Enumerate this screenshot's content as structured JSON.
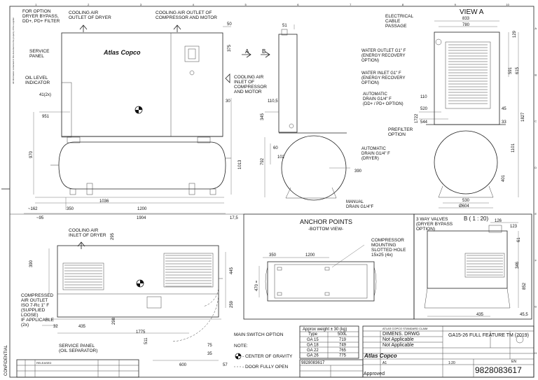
{
  "border": {
    "top_cols": [
      "1",
      "2",
      "3",
      "4",
      "5",
      "6",
      "7",
      "8",
      "9",
      "10"
    ],
    "side_rows": [
      "A",
      "B",
      "C",
      "D",
      "E",
      "F",
      "G",
      "H"
    ]
  },
  "front_view": {
    "callouts": {
      "option_filter": [
        "FOR OPTION",
        "DRYER BYPASS,",
        "DD+, PD+ FILTER"
      ],
      "cooling_dryer_out": [
        "COOLING AIR",
        "OUTLET OF DRYER"
      ],
      "cooling_comp_out": [
        "COOLING AIR OUTLET OF",
        "COMPRESSOR AND MOTOR"
      ],
      "service_panel": [
        "SERVICE",
        "PANEL"
      ],
      "oil_level": [
        "OIL LEVEL",
        "INDICATOR"
      ],
      "cooling_in": [
        "COOLING AIR",
        "INLET OF",
        "COMPRESSOR",
        "AND MOTOR"
      ]
    },
    "brand": "Atlas Copco",
    "dims": [
      "50",
      "375",
      "30",
      "41(2x)",
      "951",
      "970",
      "1013",
      "1036",
      "350",
      "1200",
      "~162",
      "1904",
      "~95",
      "17,5"
    ],
    "section_marks": [
      "A",
      "B"
    ]
  },
  "side_view": {
    "callouts": {
      "water_out": [
        "WATER OUTLET G1\" F",
        "(ENERGY RECOVERY",
        "OPTION)"
      ],
      "water_in": [
        "WATER INLET G1\" F",
        "(ENERGY RECOVERY",
        "OPTION)"
      ],
      "auto_drain1": [
        "AUTOMATIC",
        "DRAIN G1/4\" F",
        "(DD+ / PD+ OPTION)"
      ],
      "auto_drain2": [
        "AUTOMATIC",
        "DRAIN G1/4\" F",
        "(DRYER)"
      ],
      "manual_drain": [
        "MANUAL",
        "DRAIN G1/4\"F"
      ]
    },
    "dims": [
      "51",
      "110,5",
      "345",
      "60",
      "102",
      "792",
      "390"
    ]
  },
  "view_a": {
    "title": "VIEW A",
    "callouts": {
      "cable": [
        "ELECTRICAL",
        "CABLE",
        "PASSAGE"
      ],
      "prefilter": [
        "PREFILTER",
        "OPTION"
      ]
    },
    "dims": [
      "833",
      "780",
      "129",
      "591",
      "615",
      "110",
      "520",
      "45",
      "544",
      "33",
      "1722",
      "1827",
      "1101",
      "401",
      "530",
      "Ø604"
    ]
  },
  "top_view": {
    "callouts": {
      "cooling_dryer_in": [
        "COOLING AIR",
        "INLET OF DRYER"
      ],
      "compressed_out": [
        "COMPRESSED",
        "AIR OUTLET",
        "ISO 7-Rc 1\" F",
        "(SUPPLIED",
        "LOOSE)",
        "IF APPLICABLE",
        "(2x)"
      ],
      "service_panel_sep": [
        "SERVICE PANEL",
        "(OIL SEPARATOR)"
      ],
      "main_switch": "MAIN SWITCH OPTION",
      "note": "NOTE:",
      "cog": "- CENTER OF GRAVITY",
      "door": "- DOOR FULLY OPEN"
    },
    "dims": [
      "295",
      "390",
      "445",
      "32",
      "435",
      "298",
      "259",
      "1775",
      "511",
      "75",
      "35",
      "600",
      "57"
    ]
  },
  "anchor": {
    "title": "ANCHOR POINTS",
    "subtitle": "-BOTTOM VIEW-",
    "callout": [
      "COMPRESSOR",
      "MOUNTING",
      "SLOTTED HOLE",
      "15x25 (4x)"
    ],
    "dims": [
      "350",
      "1200",
      "470 ="
    ]
  },
  "detail_b": {
    "title": "B ( 1 : 20)",
    "callout": [
      "3 WAY VALVES",
      "(DRYER BYPASS",
      "OPTION)"
    ],
    "dims": [
      "126",
      "123",
      "61",
      "346",
      "852",
      "435",
      "45,5"
    ]
  },
  "weight_table": {
    "header": "Approx weight ± 30 (kg)",
    "columns": [
      "Type",
      "500L"
    ],
    "rows": [
      [
        "GA 15",
        "719"
      ],
      [
        "GA 18",
        "749"
      ],
      [
        "GA 22",
        "765"
      ],
      [
        "GA 26",
        "775"
      ]
    ]
  },
  "title_block": {
    "standard": "ATLAS COPCO STANDARD CLAIM",
    "drawing_type": "DIMENS. DRWG",
    "na1": "Not Applicable",
    "na2": "Not Applicable",
    "description": "GA15-26 FULL FEATURE TM (2019)",
    "approved": "Approved",
    "doc_small": "9828083617",
    "doc_number": "9828083617",
    "company": "Atlas Copco",
    "release": "RELEASED",
    "rev_a": "A1",
    "scale": "1:20",
    "sheet": "EN"
  },
  "side_notes": {
    "confidential": "CONFIDENTIAL",
    "left_top": "All information contained in this document is the property of the supplier"
  }
}
